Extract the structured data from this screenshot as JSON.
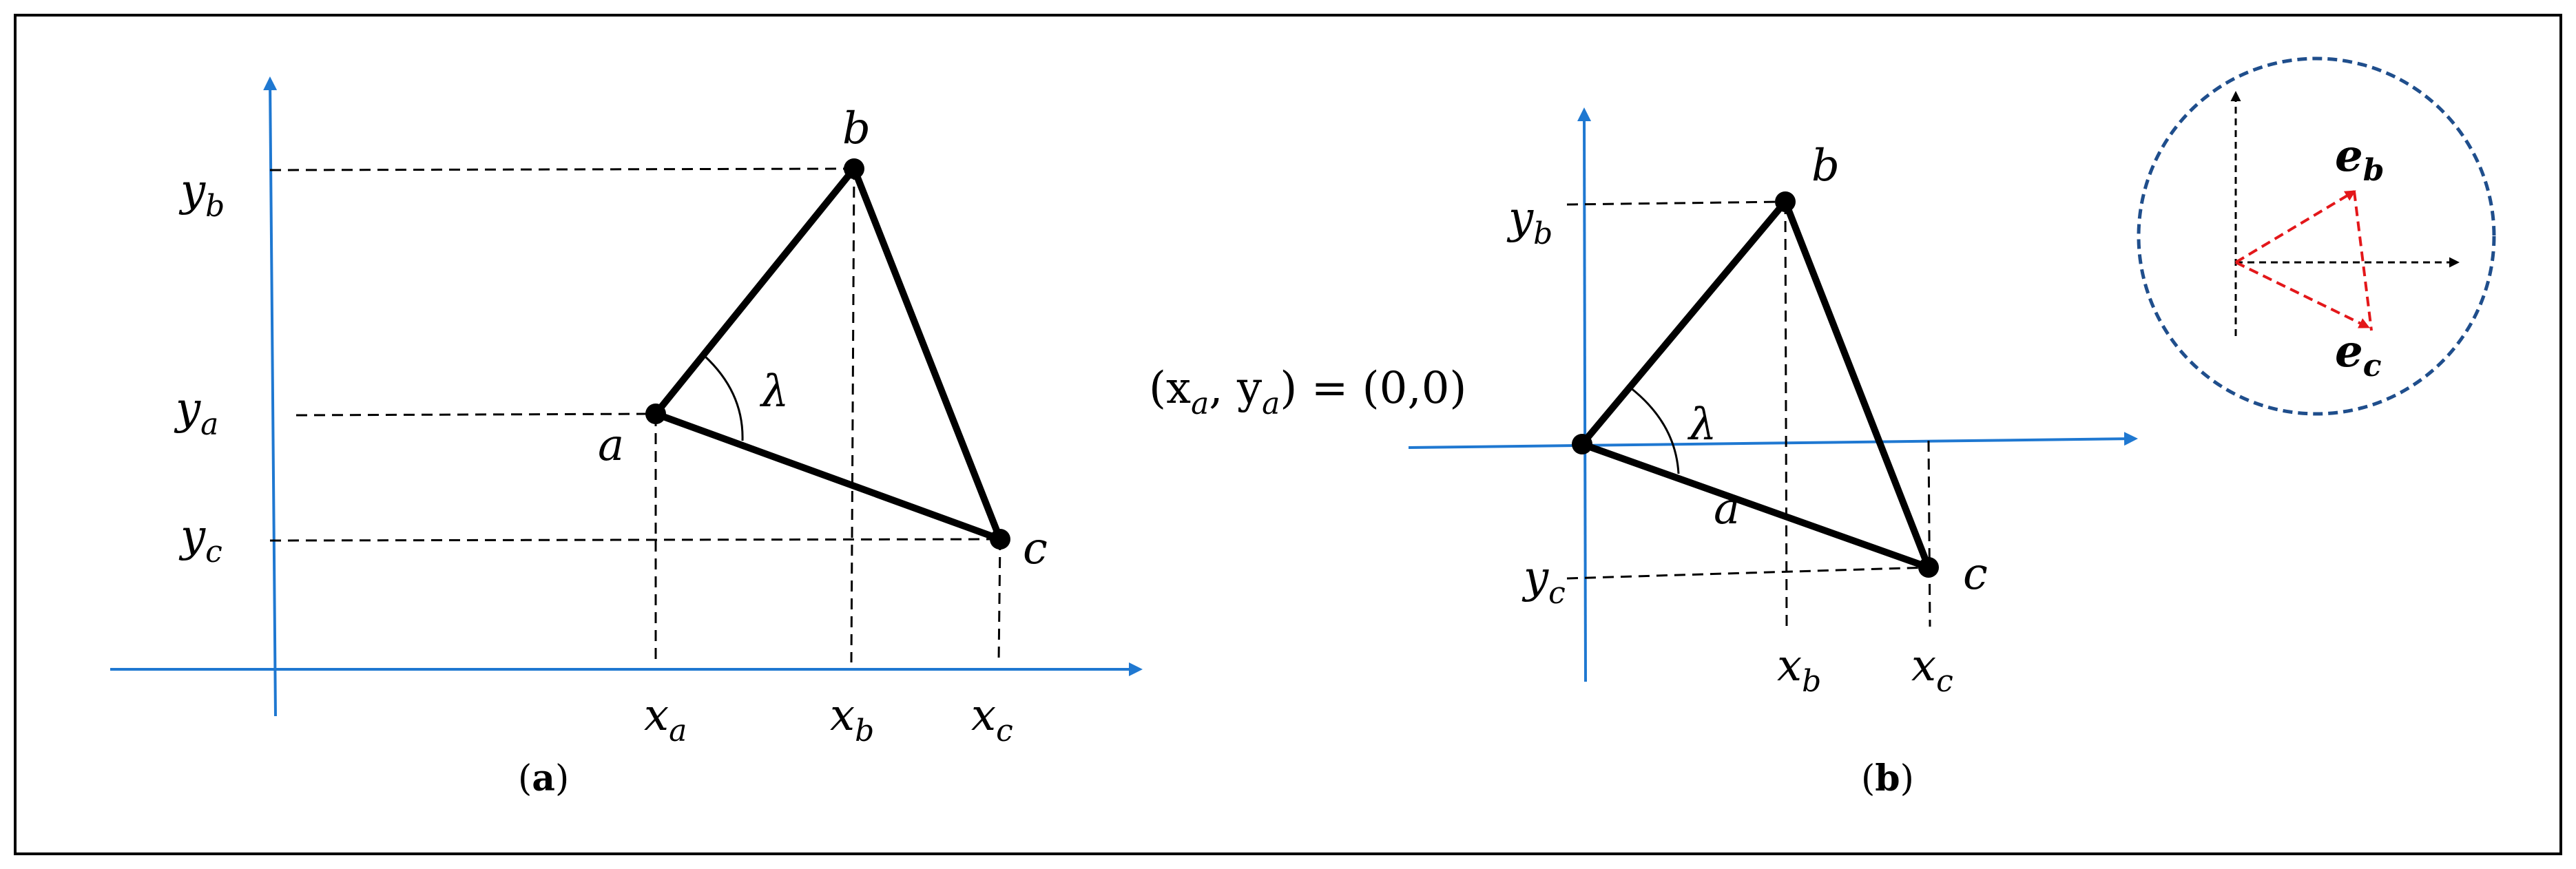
{
  "panel_a": {
    "points": {
      "a": "a",
      "b": "b",
      "c": "c"
    },
    "angle": "λ",
    "x_ticks": [
      {
        "base": "x",
        "sub": "a"
      },
      {
        "base": "x",
        "sub": "b"
      },
      {
        "base": "x",
        "sub": "c"
      }
    ],
    "y_ticks": [
      {
        "base": "y",
        "sub": "b"
      },
      {
        "base": "y",
        "sub": "a"
      },
      {
        "base": "y",
        "sub": "c"
      }
    ],
    "caption": {
      "open": "(",
      "letter": "a",
      "close": ")"
    }
  },
  "panel_b": {
    "points": {
      "a": "a",
      "b": "b",
      "c": "c"
    },
    "angle": "λ",
    "origin": {
      "text": "(x",
      "sub1": "a",
      "mid": ", y",
      "sub2": "a",
      "end": ") = (0,0)"
    },
    "x_ticks": [
      {
        "base": "x",
        "sub": "b"
      },
      {
        "base": "x",
        "sub": "c"
      }
    ],
    "y_ticks": [
      {
        "base": "y",
        "sub": "b"
      },
      {
        "base": "y",
        "sub": "c"
      }
    ],
    "caption": {
      "open": "(",
      "letter": "b",
      "close": ")"
    }
  },
  "inset": {
    "vectors": [
      {
        "base": "e",
        "sub": "b"
      },
      {
        "base": "e",
        "sub": "c"
      }
    ]
  },
  "colors": {
    "axis": "#1f78d1",
    "vector": "#e3171a",
    "inset_border": "#1f4e8c",
    "frame": "#000000"
  }
}
